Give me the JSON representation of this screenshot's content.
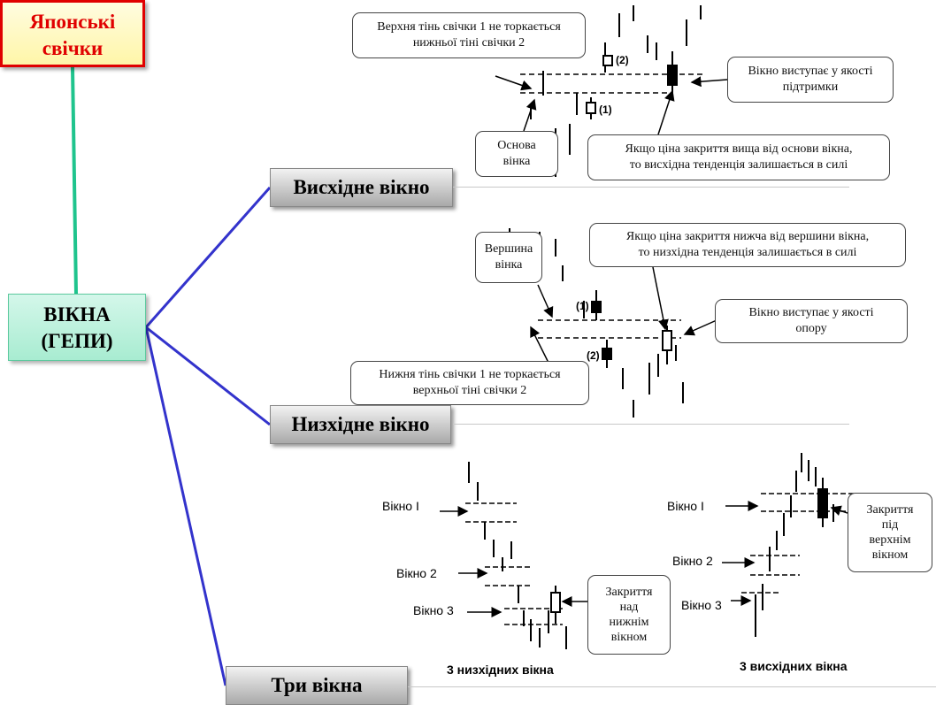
{
  "title": {
    "line1": "Японські",
    "line2": "свічки"
  },
  "center": {
    "line1": "ВІКНА",
    "line2": "(ГЕПИ)"
  },
  "branches": {
    "rising": "Висхідне вікно",
    "falling": "Низхідне вікно",
    "three": "Три вікна"
  },
  "rising_callouts": {
    "upper_shadow": {
      "line1": "Верхня тінь свічки 1 не торкається",
      "line2": "нижньої тіні свічки 2"
    },
    "support": {
      "line1": "Вікно виступає у якості",
      "line2": "підтримки"
    },
    "base": {
      "line1": "Основа",
      "line2": "вінка"
    },
    "close_above": {
      "line1": "Якщо ціна закриття вища від основи вікна,",
      "line2": "то висхідна тенденція залишається в силі"
    },
    "candle1": "(1)",
    "candle2": "(2)"
  },
  "falling_callouts": {
    "top": {
      "line1": "Вершина",
      "line2": "вінка"
    },
    "close_below": {
      "line1": "Якщо ціна закриття нижча від вершини вікна,",
      "line2": "то низхідна тенденція залишається в силі"
    },
    "resistance": {
      "line1": "Вікно виступає у якості",
      "line2": "опору"
    },
    "lower_shadow": {
      "line1": "Нижня тінь свічки 1 не торкається",
      "line2": "верхньої тіні свічки 2"
    },
    "candle1": "(1)",
    "candle2": "(2)"
  },
  "three_falling": {
    "w1": "Вікно І",
    "w2": "Вікно 2",
    "w3": "Вікно 3",
    "callout": {
      "line1": "Закриття",
      "line2": "над",
      "line3": "нижнім",
      "line4": "вікном"
    },
    "caption": "3 низхідних вікна"
  },
  "three_rising": {
    "w1": "Вікно І",
    "w2": "Вікно 2",
    "w3": "Вікно 3",
    "callout": {
      "line1": "Закриття",
      "line2": "під",
      "line3": "верхнім",
      "line4": "вікном"
    },
    "caption": "3 висхідних вікна"
  },
  "colors": {
    "accent_red": "#e00000",
    "connector_green": "#1fc48d",
    "connector_blue": "#3333cc"
  }
}
